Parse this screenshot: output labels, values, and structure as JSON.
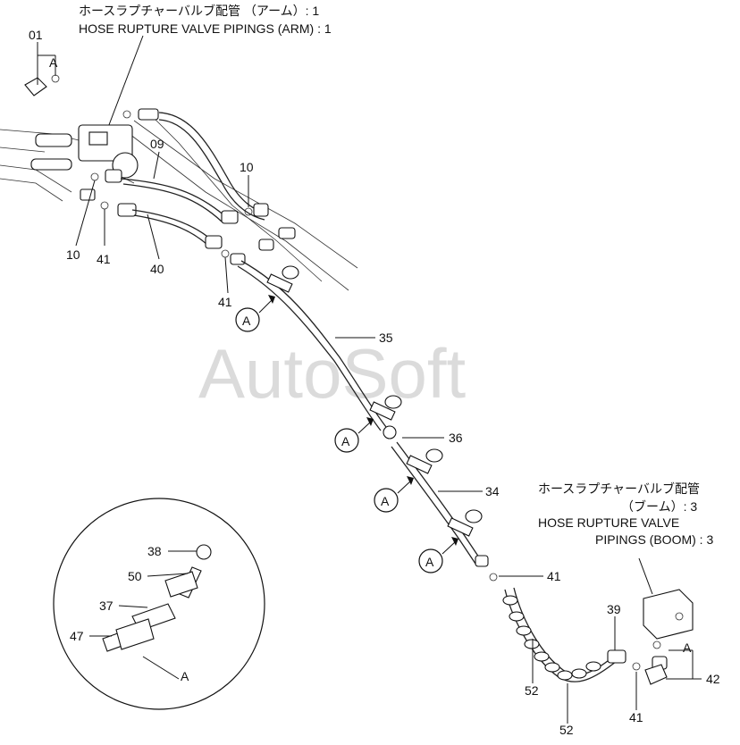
{
  "titles": {
    "arm_jp": "ホースラプチャーバルブ配管 （アーム）: 1",
    "arm_en": "HOSE RUPTURE  VALVE  PIPINGS (ARM) : 1",
    "boom_jp_1": "ホースラプチャーバルブ配管",
    "boom_jp_2": "（ブーム）: 3",
    "boom_en_1": "HOSE RUPTURE  VALVE",
    "boom_en_2": "PIPINGS (BOOM) : 3"
  },
  "watermark": "AutoSoft",
  "callouts": {
    "p01": "01",
    "p09": "09",
    "p10_top": "10",
    "p10_left": "10",
    "p41_left": "41",
    "p40": "40",
    "p41_mid": "41",
    "p35": "35",
    "p36": "36",
    "p34": "34",
    "p41_right": "41",
    "p39": "39",
    "p52_a": "52",
    "p52_b": "52",
    "p41_bottom": "41",
    "p42": "42",
    "p38": "38",
    "p50": "50",
    "p37": "37",
    "p47": "47"
  },
  "view_markers": {
    "a1": "A",
    "a2": "A",
    "a3": "A",
    "a4": "A",
    "a_ref_left": "A",
    "a_ref_right": "A",
    "a_detail": "A"
  }
}
